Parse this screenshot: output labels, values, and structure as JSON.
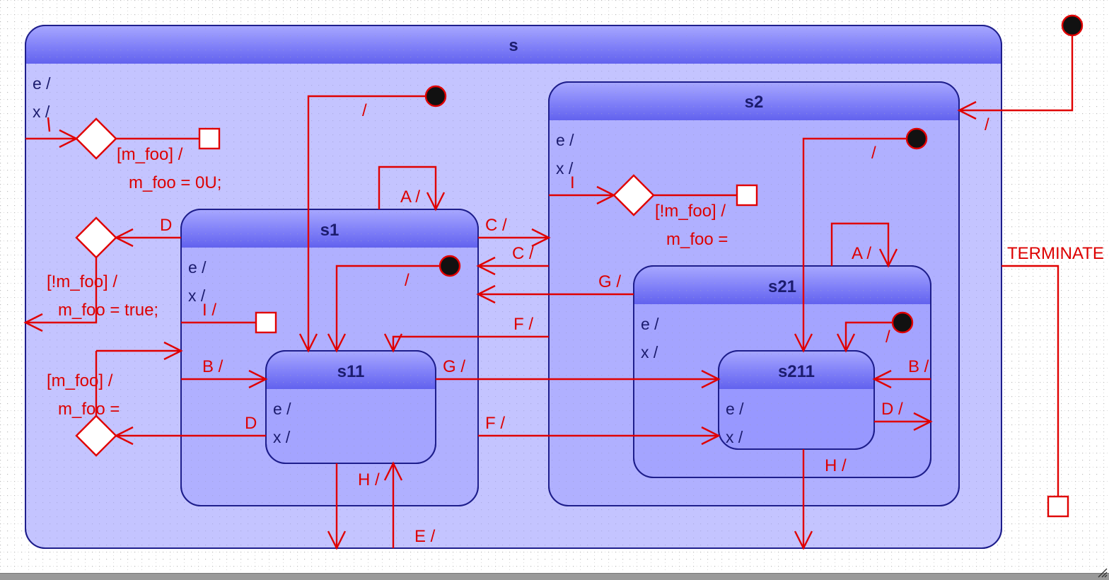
{
  "colors": {
    "state_fill": "#b8b8ff",
    "state_header": "#6e6ef6",
    "state_border": "#1e1e8c",
    "transition": "#e00000",
    "grid_dot": "#c8c8c8"
  },
  "states": {
    "s": {
      "name": "s",
      "entry": "e /",
      "exit": "x /"
    },
    "s1": {
      "name": "s1",
      "entry": "e /",
      "exit": "x /"
    },
    "s11": {
      "name": "s11",
      "entry": "e /",
      "exit": "x /"
    },
    "s2": {
      "name": "s2",
      "entry": "e /",
      "exit": "x /"
    },
    "s21": {
      "name": "s21",
      "entry": "e /",
      "exit": "x /"
    },
    "s211": {
      "name": "s211",
      "entry": "e /",
      "exit": "x /"
    }
  },
  "labels": {
    "s_init_slash": "/",
    "s_choice_guard": "[m_foo] /",
    "s_choice_action": "m_foo = 0U;",
    "s_init_slash2": "/",
    "s1_A": "A /",
    "s1_C": "C /",
    "s1_init_slash": "/",
    "s1_I": "I /",
    "s1_D": "D",
    "s1_D_guard": "[!m_foo] /",
    "s1_D_action": "m_foo = true;",
    "s1_B": "B /",
    "s11_D_guard": "[m_foo] /",
    "s11_D_action": "m_foo =",
    "s11_D": "D",
    "s11_G": "G /",
    "s11_H": "H /",
    "s_E": "E /",
    "s2_C": "C /",
    "s2_G": "G /",
    "s2_F1": "F /",
    "s2_F2": "F /",
    "s2_slash": "/",
    "s2_init_slash": "/",
    "s2_I": "I",
    "s2_choice_guard": "[!m_foo] /",
    "s2_choice_action": "m_foo =",
    "s21_A": "A /",
    "s21_init_slash": "/",
    "s211_B": "B /",
    "s211_D": "D /",
    "s211_H": "H /",
    "terminate": "TERMINATE"
  }
}
